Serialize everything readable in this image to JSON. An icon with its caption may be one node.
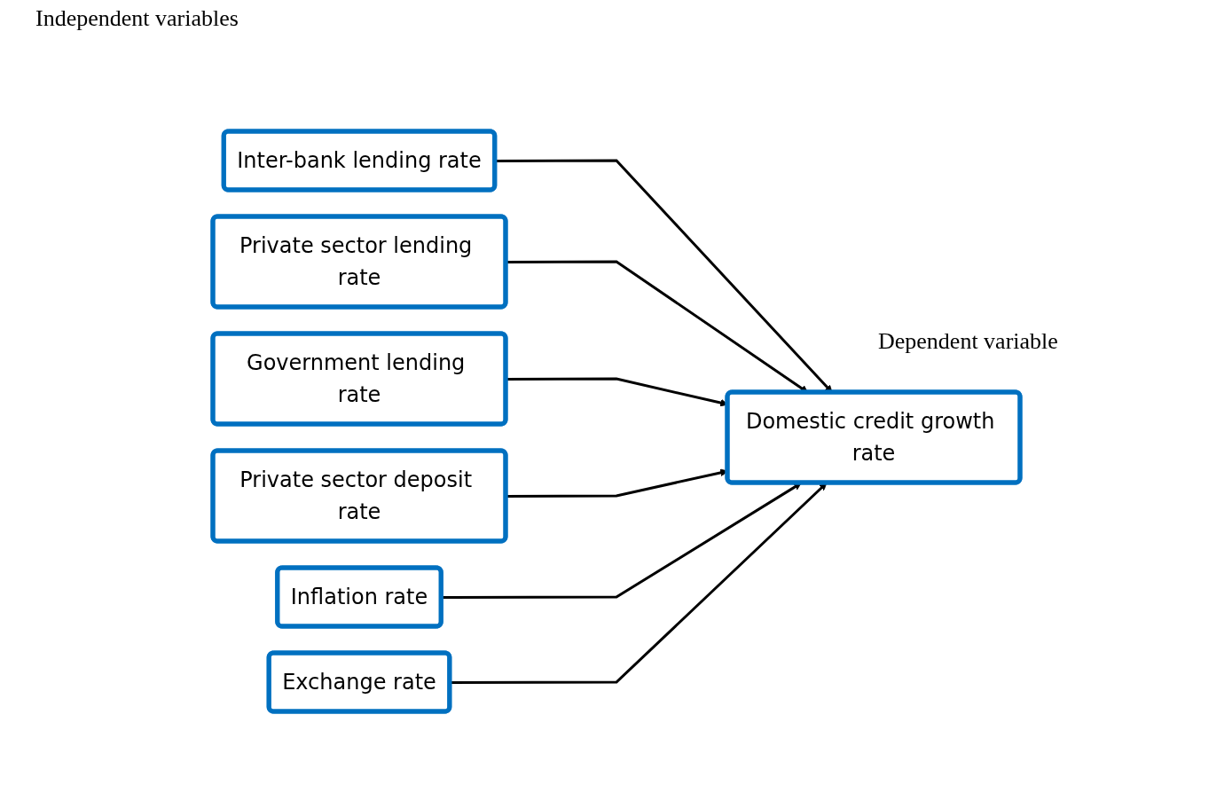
{
  "diagram": {
    "nodes": [
      {
        "text": [
          "Inter-bank lending rate"
        ]
      },
      {
        "text": [
          "Private sector lending rate"
        ]
      },
      {
        "text": [
          "Government lending rate"
        ]
      },
      {
        "text": [
          "Private sector deposit rate"
        ]
      },
      {
        "text": [
          "Inflation rate"
        ]
      },
      {
        "text": [
          "Exchange rate"
        ]
      },
      {
        "text": [
          "Domestic credit growth rate"
        ]
      }
    ],
    "edges": [
      {
        "from": 0,
        "to": 6,
        "arrow": "to"
      },
      {
        "from": 1,
        "to": 6,
        "arrow": "to"
      },
      {
        "from": 2,
        "to": 6,
        "arrow": "to"
      },
      {
        "from": 3,
        "to": 6,
        "arrow": "to"
      },
      {
        "from": 4,
        "to": 6,
        "arrow": "to"
      },
      {
        "from": 5,
        "to": 6,
        "arrow": "to"
      }
    ],
    "labels": [
      "Independent variables",
      "Dependent variable"
    ]
  }
}
